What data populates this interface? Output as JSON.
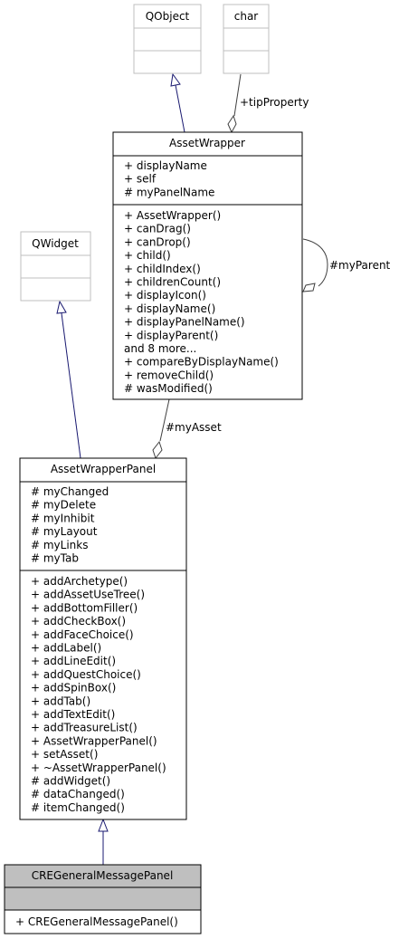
{
  "classes": {
    "qobject": {
      "name": "QObject",
      "attributes": [],
      "methods": []
    },
    "char": {
      "name": "char",
      "attributes": [],
      "methods": []
    },
    "qwidget": {
      "name": "QWidget",
      "attributes": [],
      "methods": []
    },
    "asset_wrapper": {
      "name": "AssetWrapper",
      "attributes": [
        "+ displayName",
        "+ self",
        "# myPanelName"
      ],
      "methods": [
        "+ AssetWrapper()",
        "+ canDrag()",
        "+ canDrop()",
        "+ child()",
        "+ childIndex()",
        "+ childrenCount()",
        "+ displayIcon()",
        "+ displayName()",
        "+ displayPanelName()",
        "+ displayParent()",
        "and 8 more...",
        "+ compareByDisplayName()",
        "+ removeChild()",
        "# wasModified()"
      ]
    },
    "asset_wrapper_panel": {
      "name": "AssetWrapperPanel",
      "attributes": [
        "# myChanged",
        "# myDelete",
        "# myInhibit",
        "# myLayout",
        "# myLinks",
        "# myTab"
      ],
      "methods": [
        "+ addArchetype()",
        "+ addAssetUseTree()",
        "+ addBottomFiller()",
        "+ addCheckBox()",
        "+ addFaceChoice()",
        "+ addLabel()",
        "+ addLineEdit()",
        "+ addQuestChoice()",
        "+ addSpinBox()",
        "+ addTab()",
        "+ addTextEdit()",
        "+ addTreasureList()",
        "+ AssetWrapperPanel()",
        "+ setAsset()",
        "+ ~AssetWrapperPanel()",
        "# addWidget()",
        "# dataChanged()",
        "# itemChanged()"
      ]
    },
    "cre_general_message_panel": {
      "name": "CREGeneralMessagePanel",
      "attributes": [],
      "methods": [
        "+ CREGeneralMessagePanel()"
      ]
    }
  },
  "relations": {
    "tip_property": "+tipProperty",
    "my_parent": "#myParent",
    "my_asset": "#myAsset"
  },
  "colors": {
    "edge": "#191970",
    "line": "#000000",
    "external_border": "#bfbfbf",
    "focus_fill": "#bfbfbf"
  }
}
